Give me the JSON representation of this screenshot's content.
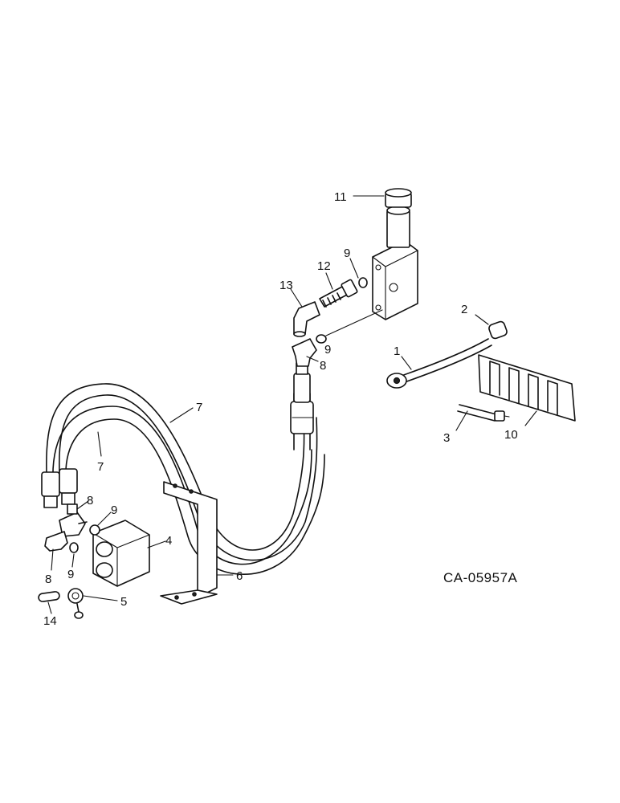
{
  "figure": {
    "reference_code": "CA-05957A",
    "callouts": {
      "c1": "1",
      "c2": "2",
      "c3": "3",
      "c4": "4",
      "c5": "5",
      "c6": "6",
      "c7a": "7",
      "c7b": "7",
      "c8a": "8",
      "c8b": "8",
      "c8c": "8",
      "c9a": "9",
      "c9b": "9",
      "c9c": "9",
      "c9d": "9",
      "c10": "10",
      "c11": "11",
      "c12": "12",
      "c13": "13",
      "c14": "14"
    }
  }
}
